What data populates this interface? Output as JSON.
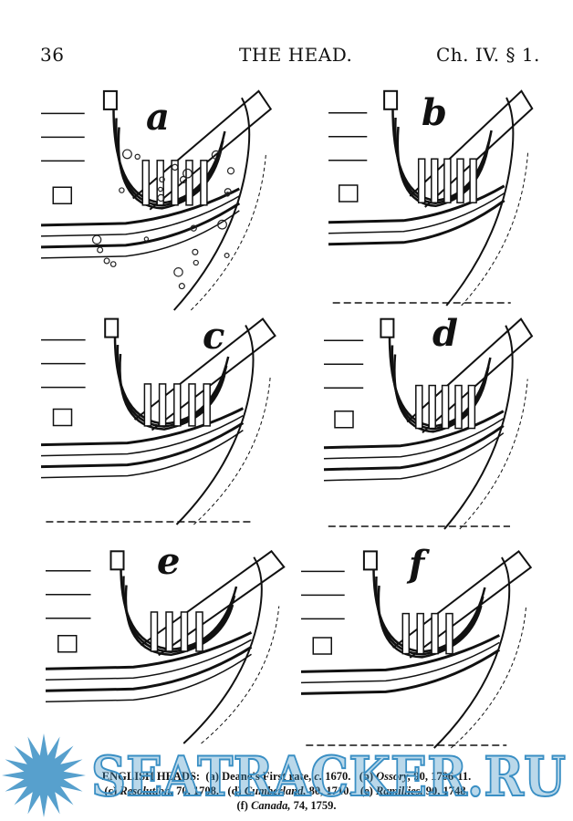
{
  "header": {
    "page_number": "36",
    "title": "THE HEAD.",
    "section": "Ch. IV. § 1."
  },
  "figures": [
    {
      "label": "a"
    },
    {
      "label": "b"
    },
    {
      "label": "c"
    },
    {
      "label": "d"
    },
    {
      "label": "e"
    },
    {
      "label": "f"
    }
  ],
  "caption": {
    "line1_title": "ENGLISH HEADS:",
    "a_prefix": "(a)",
    "a_text": "Deane's First rate,",
    "a_circa": "c.",
    "a_year": "1670.",
    "b_prefix": "(b)",
    "b_ship": "Ossory,",
    "b_rest": "90, 1706-11.",
    "c_prefix": "(c)",
    "c_ship": "Resolution,",
    "c_rest": "70, 1708.",
    "d_prefix": "(d)",
    "d_ship": "Cumberland,",
    "d_rest": "80, 1710.",
    "e_prefix": "(e)",
    "e_ship": "Ramillies,",
    "e_rest": "90, 1748.",
    "f_prefix": "(f)",
    "f_ship": "Canada,",
    "f_rest": "74, 1759."
  },
  "watermark": {
    "text": "SEATRACKER.RU",
    "color": "#3a8fc4"
  }
}
